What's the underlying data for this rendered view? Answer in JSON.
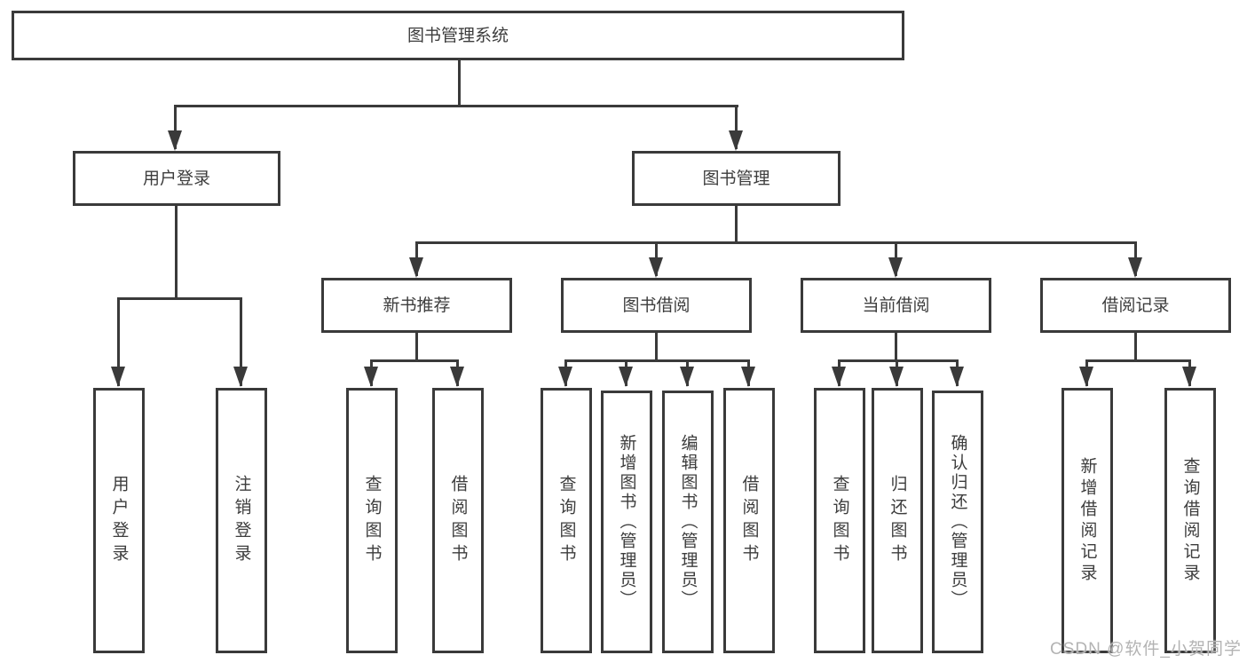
{
  "diagram": {
    "type": "hierarchy-diagram",
    "title": "图书管理系统",
    "nodes": {
      "root": "图书管理系统",
      "user_login": "用户登录",
      "book_mgmt": "图书管理",
      "new_book_rec": "新书推荐",
      "book_borrow": "图书借阅",
      "current_borrow": "当前借阅",
      "borrow_record": "借阅记录",
      "ul_login": "用户登录",
      "ul_logout": "注销登录",
      "nr_query": "查询图书",
      "nr_borrow": "借阅图书",
      "bb_query": "查询图书",
      "bb_add": "新增图书（管理员）",
      "bb_edit": "编辑图书（管理员）",
      "bb_borrow": "借阅图书",
      "cb_query": "查询图书",
      "cb_return": "归还图书",
      "cb_confirm": "确认归还（管理员）",
      "br_add": "新增借阅记录",
      "br_query": "查询借阅记录"
    },
    "hierarchy": {
      "图书管理系统": {
        "用户登录": [
          "用户登录",
          "注销登录"
        ],
        "图书管理": {
          "新书推荐": [
            "查询图书",
            "借阅图书"
          ],
          "图书借阅": [
            "查询图书",
            "新增图书（管理员）",
            "编辑图书（管理员）",
            "借阅图书"
          ],
          "当前借阅": [
            "查询图书",
            "归还图书",
            "确认归还（管理员）"
          ],
          "借阅记录": [
            "新增借阅记录",
            "查询借阅记录"
          ]
        }
      }
    },
    "colors": {
      "line": "#3a3a3a",
      "text": "#3d3d3d",
      "background": "#ffffff",
      "watermark": "#b3b3b3"
    }
  },
  "watermark": {
    "text": "CSDN @软件_小贺同学"
  }
}
